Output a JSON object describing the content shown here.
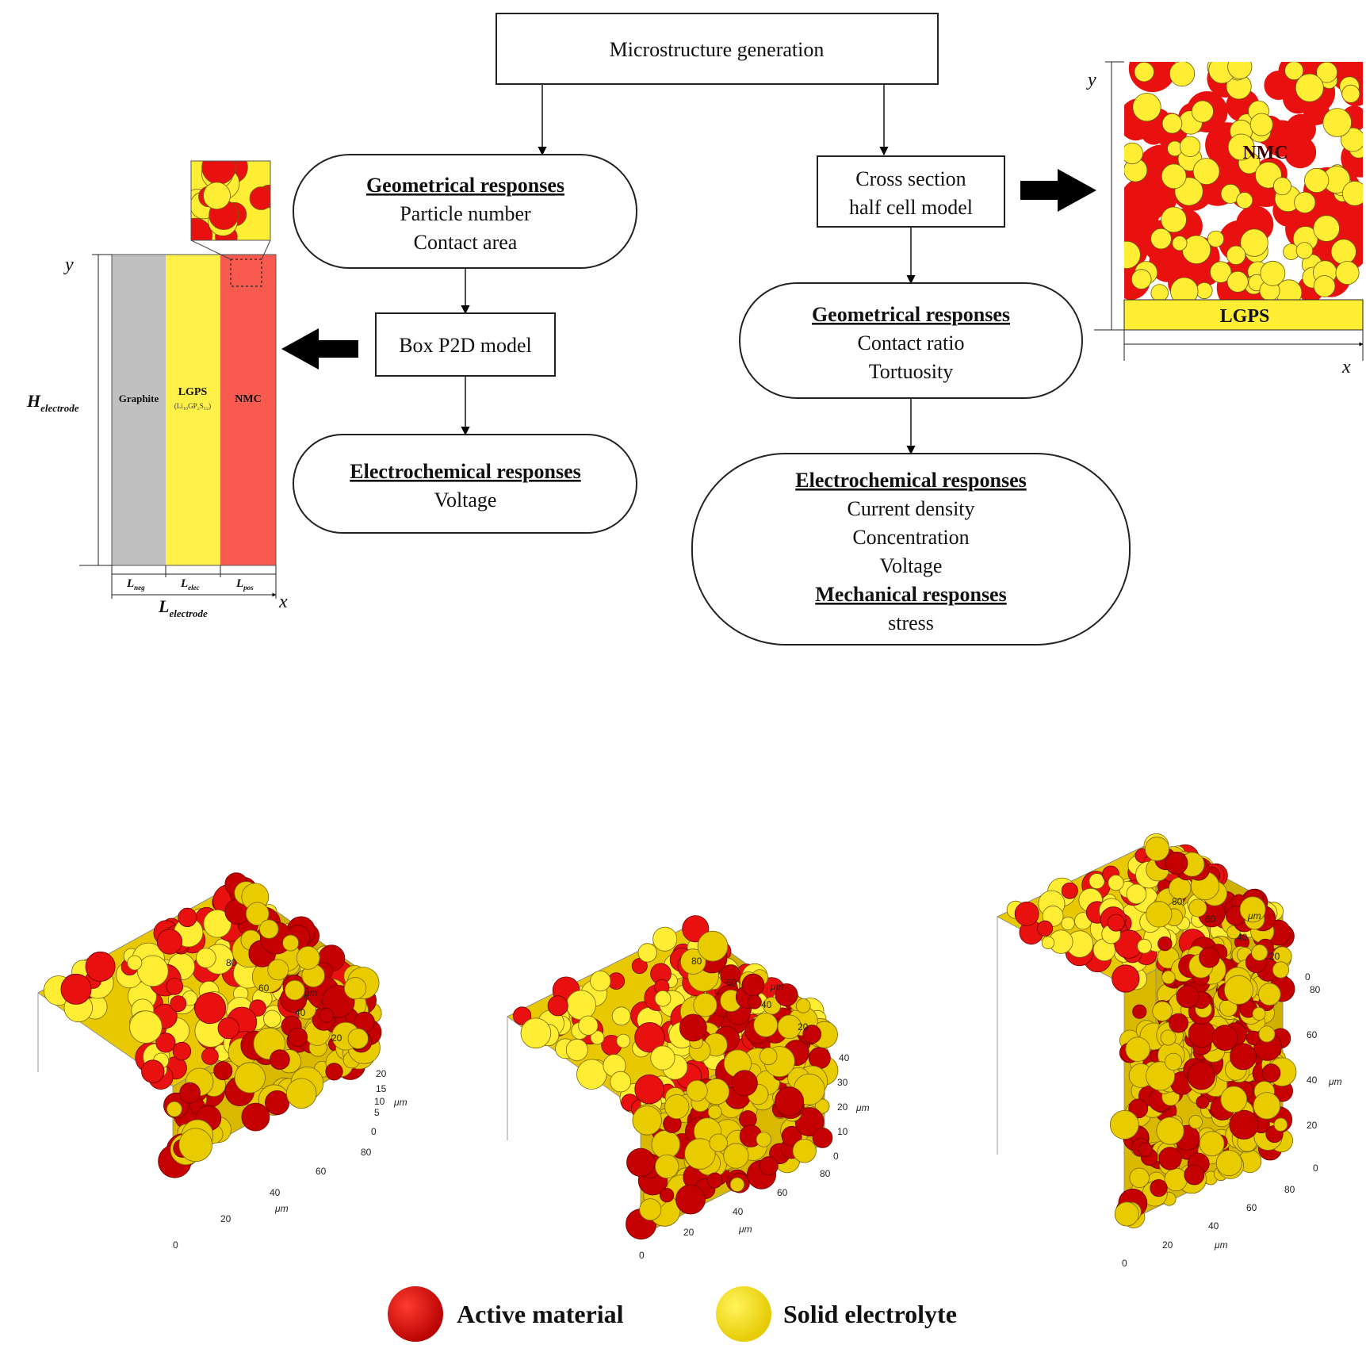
{
  "flow": {
    "top_box": "Microstructure generation",
    "left_geom": {
      "title": "Geometrical responses",
      "lines": [
        "Particle number",
        "Contact area"
      ]
    },
    "box_p2d": "Box P2D model",
    "left_echem": {
      "title": "Electrochemical responses",
      "lines": [
        "Voltage"
      ]
    },
    "cross_section": [
      "Cross section",
      "half cell model"
    ],
    "right_geom": {
      "title": "Geometrical responses",
      "lines": [
        "Contact ratio",
        "Tortuosity"
      ]
    },
    "right_echem": {
      "title": "Electrochemical responses",
      "lines": [
        "Current density",
        "Concentration",
        "Voltage"
      ],
      "mech_title": "Mechanical responses",
      "mech_lines": [
        "stress"
      ]
    }
  },
  "p2d": {
    "layers": [
      "Graphite",
      "LGPS",
      "NMC"
    ],
    "lgps_sub": "(Li₁₀GP₂S₁₂)",
    "y": "y",
    "x": "x",
    "h_label": "H",
    "h_sub": "electrode",
    "l_label": "L",
    "l_sub": "electrode",
    "l_neg": "L",
    "l_neg_sub": "neg",
    "l_elec": "L",
    "l_elec_sub": "elec",
    "l_pos": "L",
    "l_pos_sub": "pos"
  },
  "half_cell": {
    "nmc": "NMC",
    "lgps": "LGPS",
    "y": "y",
    "x": "x"
  },
  "cubes": [
    {
      "top_ticks": [
        "80",
        "60",
        "40",
        "20"
      ],
      "unit": "μm",
      "z_ticks": [
        "0",
        "5",
        "10",
        "15",
        "20"
      ],
      "x_ticks": [
        "0",
        "20",
        "40",
        "60",
        "80"
      ]
    },
    {
      "top_ticks": [
        "80",
        "60",
        "40",
        "20"
      ],
      "unit": "μm",
      "z_ticks": [
        "0",
        "10",
        "20",
        "30",
        "40"
      ],
      "x_ticks": [
        "0",
        "20",
        "40",
        "60",
        "80"
      ]
    },
    {
      "top_ticks": [
        "80",
        "60",
        "40",
        "20",
        "0"
      ],
      "unit": "μm",
      "z_ticks": [
        "0",
        "20",
        "40",
        "60",
        "80"
      ],
      "x_ticks": [
        "0",
        "20",
        "40",
        "60",
        "80"
      ]
    }
  ],
  "legend": [
    {
      "label": "Active material",
      "color": "#d40000"
    },
    {
      "label": "Solid electrolyte",
      "color": "#ffe600"
    }
  ],
  "colors": {
    "red": "#e8110f",
    "yellow": "#ffee33",
    "graphite": "#c0c0c0",
    "lgps": "#fff04a",
    "nmc": "#f85a50"
  }
}
